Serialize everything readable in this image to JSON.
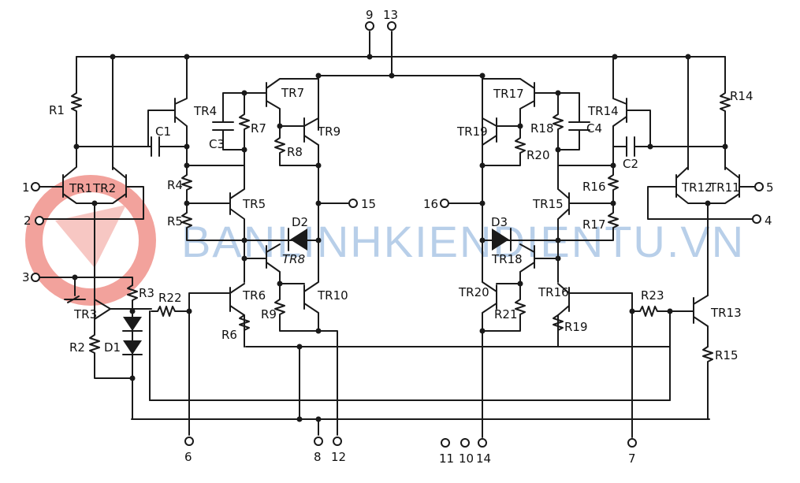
{
  "watermark": {
    "text": "BANLINHKIENDIENTU.VN",
    "color": "#7fa8d8",
    "logo_color": "#e8574b"
  },
  "pins": {
    "p1": "1",
    "p2": "2",
    "p3": "3",
    "p4": "4",
    "p5": "5",
    "p6": "6",
    "p7": "7",
    "p8": "8",
    "p9": "9",
    "p10": "10",
    "p11": "11",
    "p12": "12",
    "p13": "13",
    "p14": "14",
    "p15": "15",
    "p16": "16"
  },
  "components": {
    "R1": "R1",
    "R2": "R2",
    "R3": "R3",
    "R4": "R4",
    "R5": "R5",
    "R6": "R6",
    "R7": "R7",
    "R8": "R8",
    "R9": "R9",
    "R14": "R14",
    "R15": "R15",
    "R16": "R16",
    "R17": "R17",
    "R18": "R18",
    "R19": "R19",
    "R20": "R20",
    "R21": "R21",
    "R22": "R22",
    "R23": "R23",
    "C1": "C1",
    "C2": "C2",
    "C3": "C3",
    "C4": "C4",
    "D1": "D1",
    "D2": "D2",
    "D3": "D3",
    "TR1": "TR1",
    "TR2": "TR2",
    "TR3": "TR3",
    "TR4": "TR4",
    "TR5": "TR5",
    "TR6": "TR6",
    "TR7": "TR7",
    "TR8": "TR8",
    "TR9": "TR9",
    "TR10": "TR10",
    "TR11": "TR11",
    "TR12": "TR12",
    "TR13": "TR13",
    "TR14": "TR14",
    "TR15": "TR15",
    "TR16": "TR16",
    "TR17": "TR17",
    "TR18": "TR18",
    "TR19": "TR19",
    "TR20": "TR20"
  }
}
